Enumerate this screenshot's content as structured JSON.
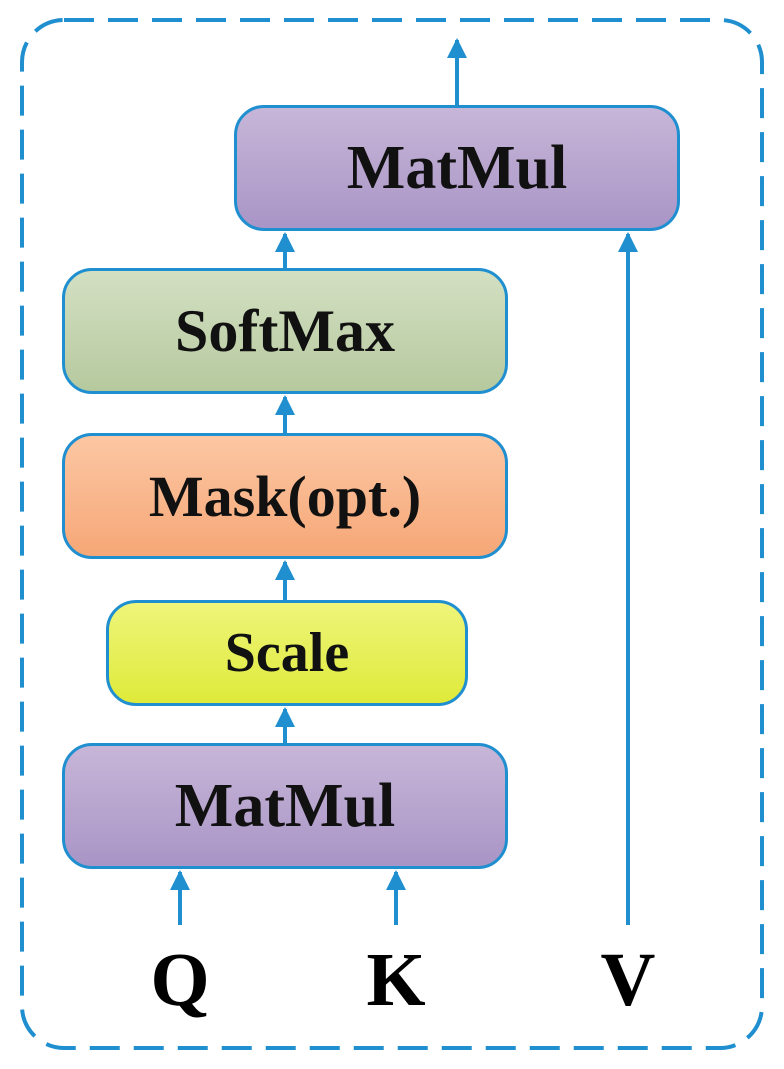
{
  "diagram": {
    "blocks": {
      "matmul_top": "MatMul",
      "softmax": "SoftMax",
      "mask": "Mask(opt.)",
      "scale": "Scale",
      "matmul_bottom": "MatMul"
    },
    "inputs": {
      "q": "Q",
      "k": "K",
      "v": "V"
    },
    "colors": {
      "border_and_arrows": "#1f8fd0",
      "matmul_fill": "#b9a7cf",
      "softmax_fill": "#c4d4ae",
      "mask_fill": "#f9b78c",
      "scale_fill": "#e6ef58"
    }
  }
}
